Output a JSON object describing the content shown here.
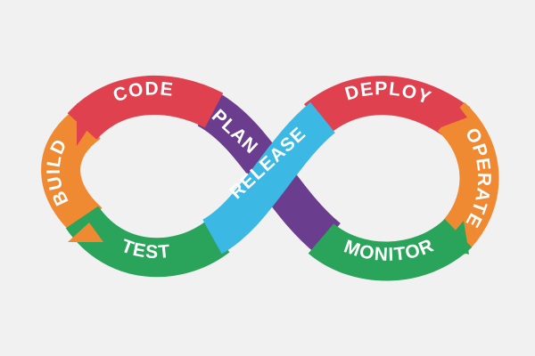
{
  "stages": {
    "plan": {
      "label": "PLAN",
      "color": "#6b3d8e"
    },
    "code": {
      "label": "CODE",
      "color": "#e0414f"
    },
    "build": {
      "label": "BUILD",
      "color": "#f08a32"
    },
    "test": {
      "label": "TEST",
      "color": "#2aa35b"
    },
    "release": {
      "label": "RELEASE",
      "color": "#3bb8e3"
    },
    "deploy": {
      "label": "DEPLOY",
      "color": "#e0414f"
    },
    "operate": {
      "label": "OPERATE",
      "color": "#f08a32"
    },
    "monitor": {
      "label": "MONITOR",
      "color": "#2aa35b"
    }
  },
  "background_color": "#f1f1f1"
}
